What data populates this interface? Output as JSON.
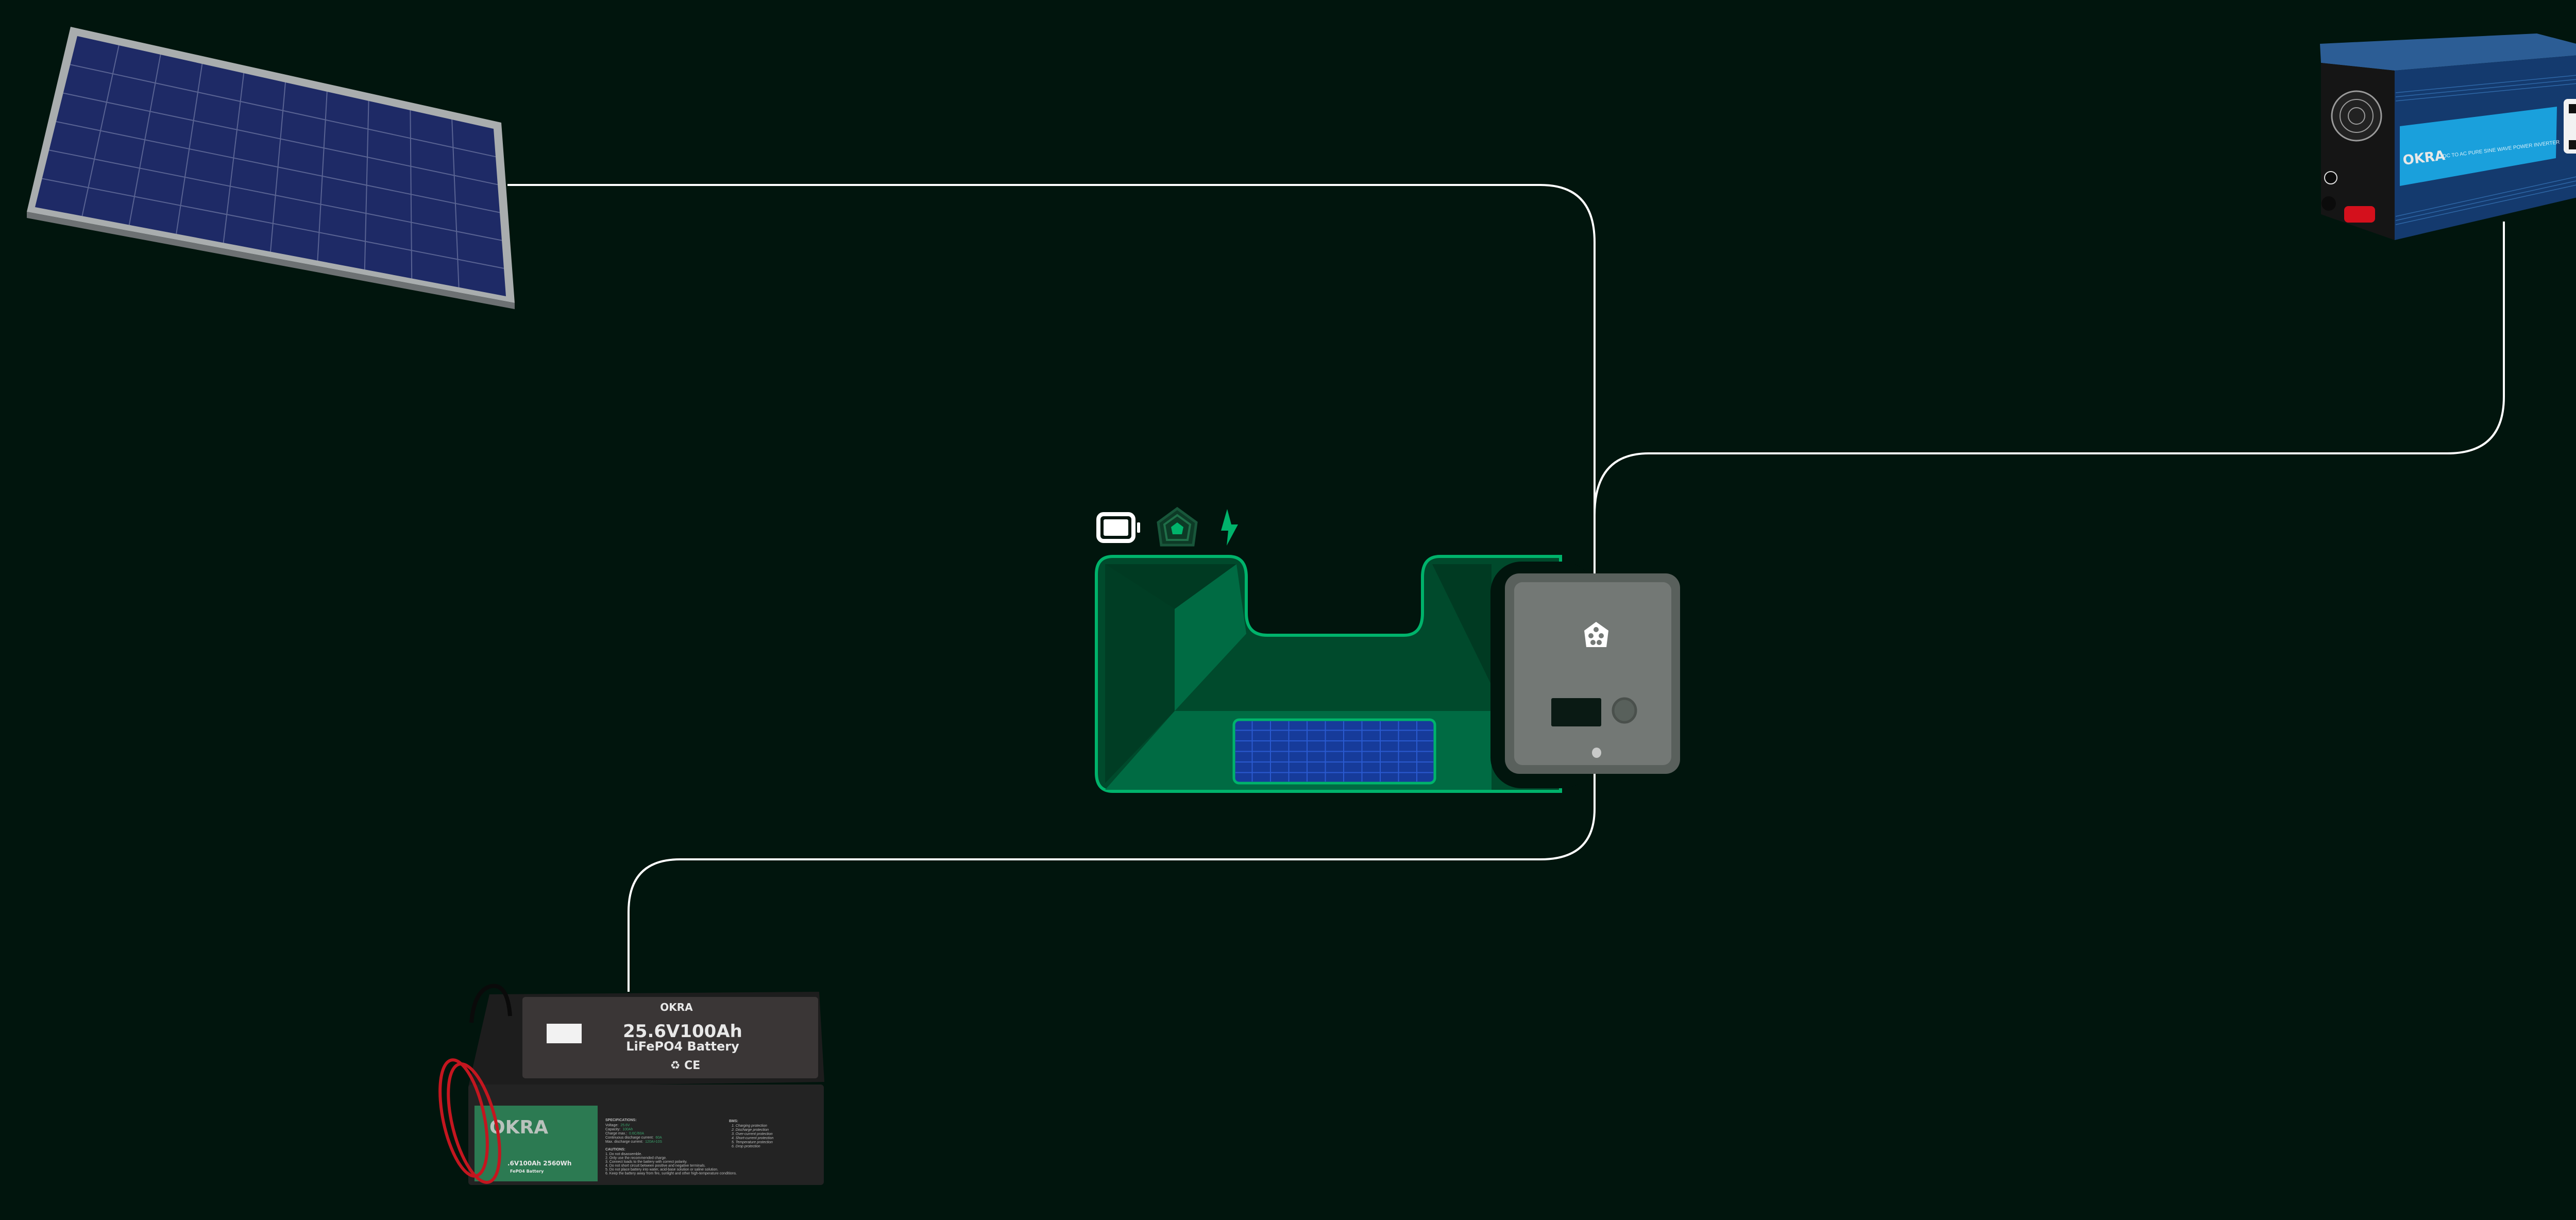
{
  "diagram": {
    "status_icons": [
      "battery-icon",
      "okra-pentagon-status-icon",
      "lightning-bolt-icon"
    ],
    "colors": {
      "background": "#01150d",
      "accent_green": "#00b36b",
      "wire": "#ffffff",
      "hub_gray": "#737875",
      "panel_blue": "#163b9a"
    }
  },
  "inverter": {
    "brand": "OKRA",
    "label": "DC TO AC PURE SINE WAVE POWER INVERTER"
  },
  "battery": {
    "brand": "OKRA",
    "rating": "25.6V100Ah",
    "chemistry": "LiFePO4 Battery",
    "side_rating": ".6V100Ah  2560Wh",
    "side_chemistry": "FePO4 Battery",
    "specs_title": "SPECIFICATIONS:",
    "specs": [
      {
        "label": "Voltage:",
        "value": "25.6V"
      },
      {
        "label": "Capacity:",
        "value": "100Ah"
      },
      {
        "label": "Charge max.:",
        "value": "0.6C/60A"
      },
      {
        "label": "Continuous discharge current:",
        "value": "60A"
      },
      {
        "label": "Max. discharge current:",
        "value": "120A>10S"
      }
    ],
    "bms_title": "BMS:",
    "bms": [
      "1. Charging protection",
      "2. Discharge protection",
      "3. Over-current protection",
      "4. Short-current protection",
      "5. Temperature protection",
      "6. Drop protection"
    ],
    "cautions_title": "CAUTIONS:",
    "cautions": [
      "1. Do not disassemble.",
      "2. Only use the recommended charge.",
      "3. Connect loads to the battery with correct polarity.",
      "4. Do not short circuit between positive and negative terminals.",
      "5. Do not place battery into water, acid-base solution or saline solution.",
      "6. Keep the battery away from fire, sunlight and other high-temperature conditions."
    ],
    "cert_marks": "♻ CE"
  }
}
